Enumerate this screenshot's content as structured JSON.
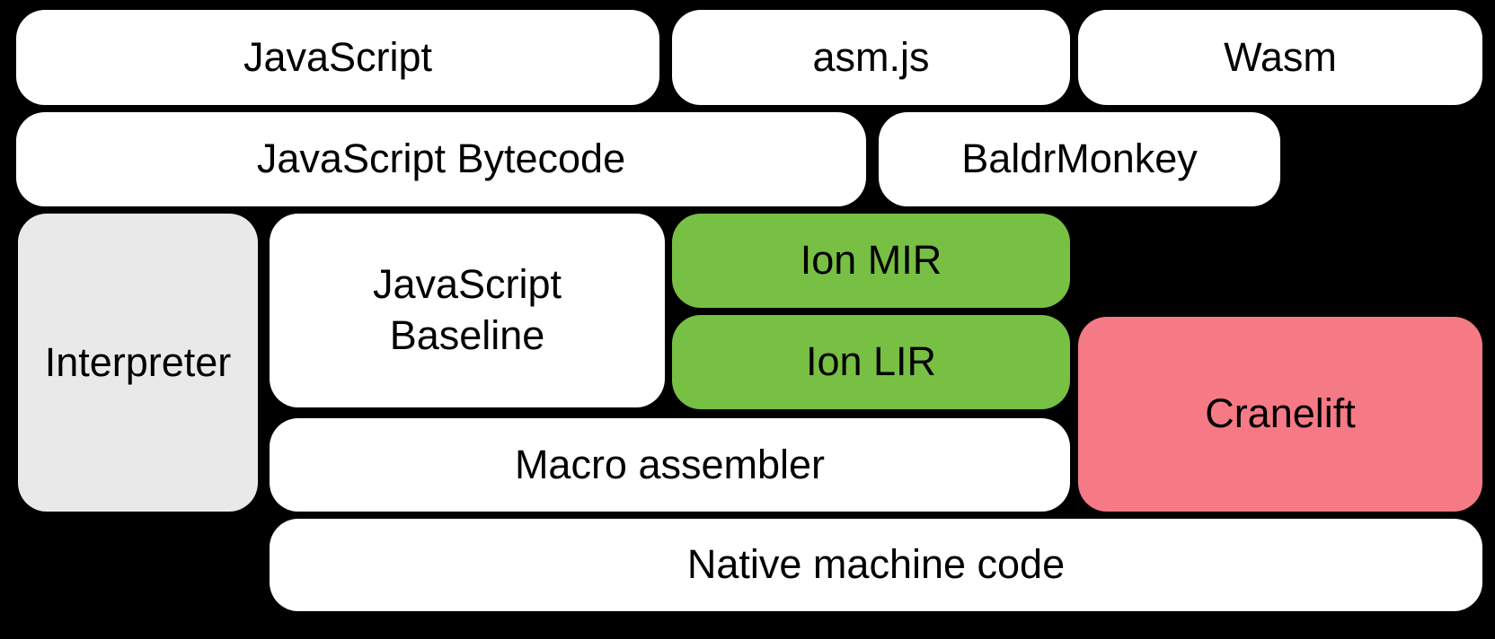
{
  "diagram": {
    "description": "Compiler pipeline diagram of stacked rounded boxes on a black background",
    "colors": {
      "background": "#000000",
      "text": "#000000",
      "box_white": "#ffffff",
      "box_gray": "#e9e9e9",
      "box_green": "#77c044",
      "box_pink": "#f67a85"
    },
    "nodes": [
      {
        "id": "javascript",
        "label": "JavaScript",
        "color": "white"
      },
      {
        "id": "asm-js",
        "label": "asm.js",
        "color": "white"
      },
      {
        "id": "wasm",
        "label": "Wasm",
        "color": "white"
      },
      {
        "id": "javascript-bytecode",
        "label": "JavaScript Bytecode",
        "color": "white"
      },
      {
        "id": "baldrmonkey",
        "label": "BaldrMonkey",
        "color": "white"
      },
      {
        "id": "interpreter",
        "label": "Interpreter",
        "color": "gray"
      },
      {
        "id": "javascript-baseline",
        "label": "JavaScript\nBaseline",
        "color": "white"
      },
      {
        "id": "ion-mir",
        "label": "Ion MIR",
        "color": "green"
      },
      {
        "id": "ion-lir",
        "label": "Ion LIR",
        "color": "green"
      },
      {
        "id": "cranelift",
        "label": "Cranelift",
        "color": "pink"
      },
      {
        "id": "macro-assembler",
        "label": "Macro assembler",
        "color": "white"
      },
      {
        "id": "native-machine-code",
        "label": "Native machine code",
        "color": "white"
      }
    ]
  }
}
